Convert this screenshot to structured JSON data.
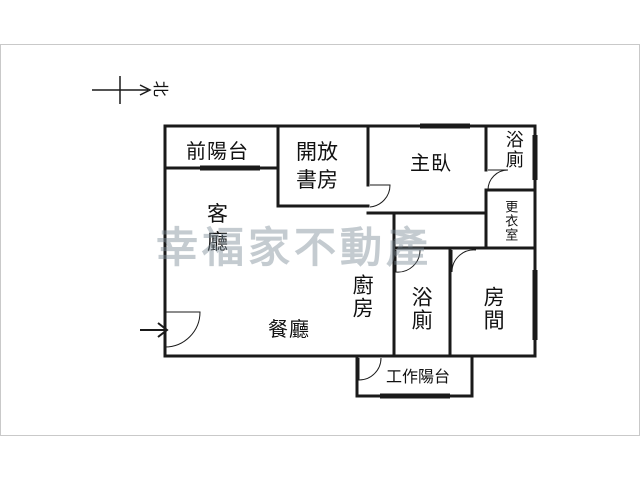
{
  "north": {
    "label": "北"
  },
  "rooms": {
    "front_balcony": "前陽台",
    "open_study_1": "開放",
    "open_study_2": "書房",
    "master_bedroom": "主臥",
    "bath_1": "浴廁",
    "dressing": "更衣室",
    "living_1": "客",
    "living_2": "廳",
    "kitchen": "廚房",
    "bath_2": "浴廁",
    "bedroom": "房間",
    "dining": "餐廳",
    "work_balcony": "工作陽台"
  },
  "watermark": "幸福家不動產",
  "colors": {
    "wall": "#1a1a1a",
    "frame": "#c9c9c9",
    "watermark": "#7d8c96"
  }
}
